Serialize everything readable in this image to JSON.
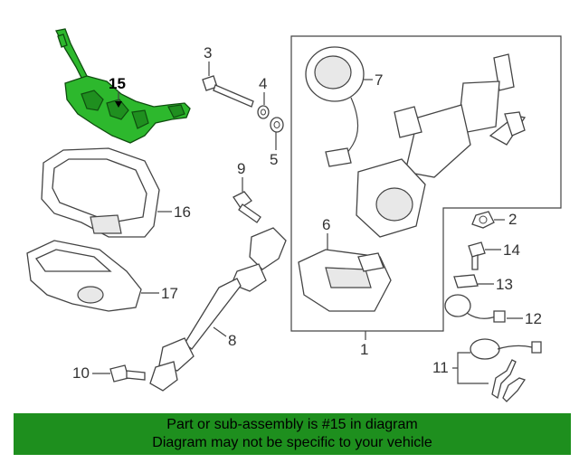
{
  "diagram": {
    "highlight_color": "#2db82d",
    "callouts": {
      "c1": "1",
      "c2": "2",
      "c3": "3",
      "c4": "4",
      "c5": "5",
      "c6": "6",
      "c7": "7",
      "c8": "8",
      "c9": "9",
      "c10": "10",
      "c11": "11",
      "c12": "12",
      "c13": "13",
      "c14": "14",
      "c15": "15",
      "c16": "16",
      "c17": "17"
    }
  },
  "banner": {
    "background": "#1e8f1e",
    "line1": "Part or sub-assembly is #15 in diagram",
    "line2": "Diagram may not be specific to your vehicle"
  }
}
